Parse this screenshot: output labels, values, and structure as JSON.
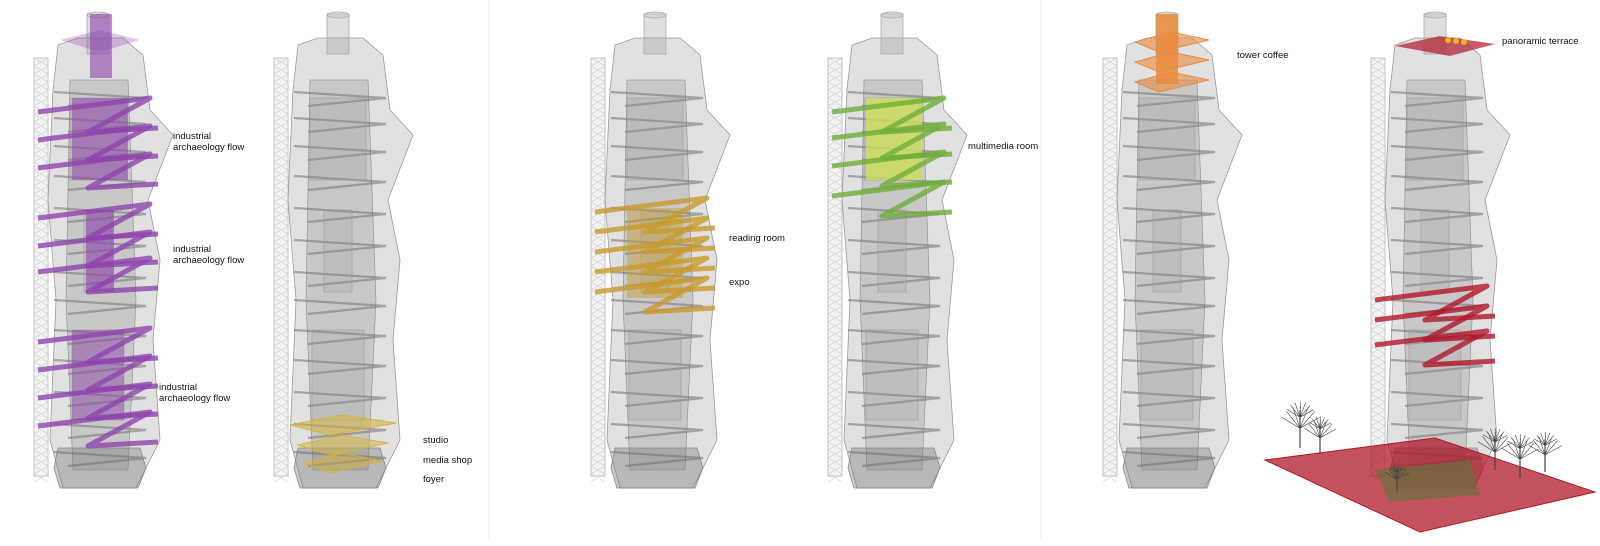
{
  "labels": {
    "ia_flow_1_line1": "industrial",
    "ia_flow_1_line2": "archaeology flow",
    "ia_flow_2_line1": "industrial",
    "ia_flow_2_line2": "archaeology flow",
    "ia_flow_3_line1": "industrial",
    "ia_flow_3_line2": "archaeology flow",
    "studio": "studio",
    "media_shop": "media shop",
    "foyer": "foyer",
    "reading_room": "reading room",
    "expo": "expo",
    "multimedia_room": "multimedia room",
    "tower_coffee": "tower coffee",
    "panoramic_terrace": "panoramic terrace"
  },
  "colors": {
    "industrial_archaeology": "#8e44ad",
    "studio_media_foyer": "#d4b43a",
    "reading_expo": "#c89a2c",
    "multimedia": "#cfe05a",
    "multimedia_floor": "#6fae3a",
    "tower_coffee": "#e98a3c",
    "panoramic": "#b0182a",
    "tree": "#444444"
  }
}
